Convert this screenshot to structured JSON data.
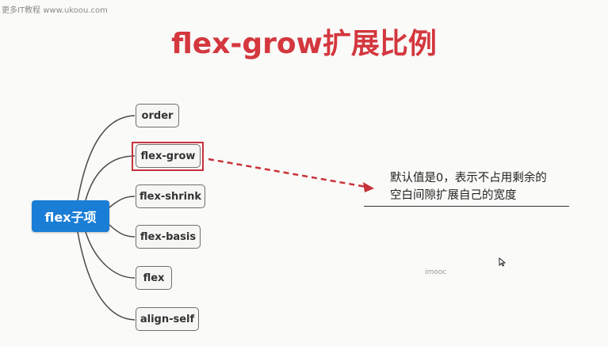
{
  "watermark": "更多IT教程 www.ukoou.com",
  "slide": {
    "title": "flex-grow扩展比例"
  },
  "mindmap": {
    "root": "flex子项",
    "children": [
      "order",
      "flex-grow",
      "flex-shrink",
      "flex-basis",
      "flex",
      "align-self"
    ],
    "highlighted": "flex-grow"
  },
  "description": {
    "line1": "默认值是0，表示不占用剩余的",
    "line2": "空白间隙扩展自己的宽度"
  },
  "brand": "imooc",
  "colors": {
    "title": "#d4373e",
    "root_fill": "#1a7ed6",
    "highlight": "#c8323a",
    "arrow": "#c8323a"
  },
  "icons": {
    "cursor": "mouse-pointer-icon"
  }
}
